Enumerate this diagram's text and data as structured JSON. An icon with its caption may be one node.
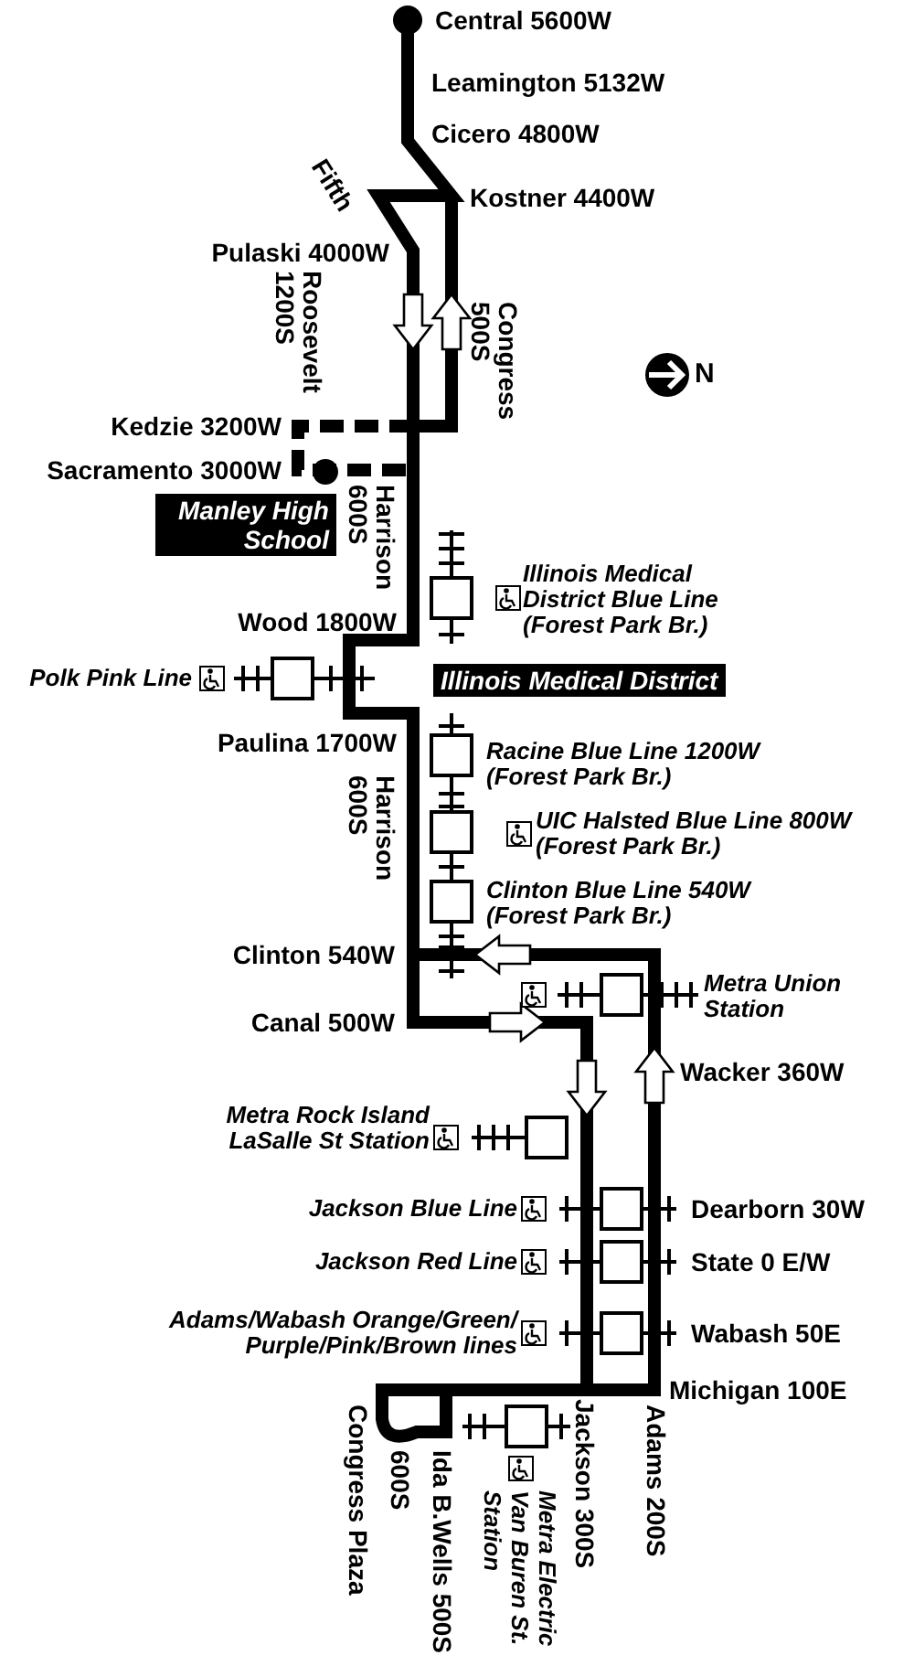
{
  "diagram": {
    "labels": [
      "Central 5600W",
      "Leamington 5132W",
      "Cicero 4800W",
      "Fifth",
      "Kostner 4400W",
      "Pulaski 4000W",
      "Roosevelt 1200S",
      "Congress 500S",
      "N",
      "Kedzie 3200W",
      "Sacramento 3000W",
      "Manley High School",
      "Harrison 600S",
      "Illinois Medical District Blue Line (Forest Park Br.)",
      "Wood 1800W",
      "Polk Pink Line",
      "Illinois Medical District",
      "Paulina 1700W",
      "Harrison 600S",
      "Racine Blue Line 1200W (Forest Park Br.)",
      "UIC Halsted Blue Line 800W (Forest Park Br.)",
      "Clinton Blue Line 540W (Forest Park Br.)",
      "Clinton 540W",
      "Metra Union Station",
      "Canal 500W",
      "Wacker 360W",
      "Metra Rock Island LaSalle St Station",
      "Jackson Blue Line",
      "Dearborn 30W",
      "Jackson Red Line",
      "State 0 E/W",
      "Adams/Wabash Orange/Green/ Purple/Pink/Brown lines",
      "Wabash 50E",
      "Michigan 100E",
      "Congress Plaza",
      "600S",
      "Ida B.Wells 500S",
      "Metra Electric Van Buren St. Station",
      "Jackson 300S",
      "Adams 200S"
    ]
  }
}
